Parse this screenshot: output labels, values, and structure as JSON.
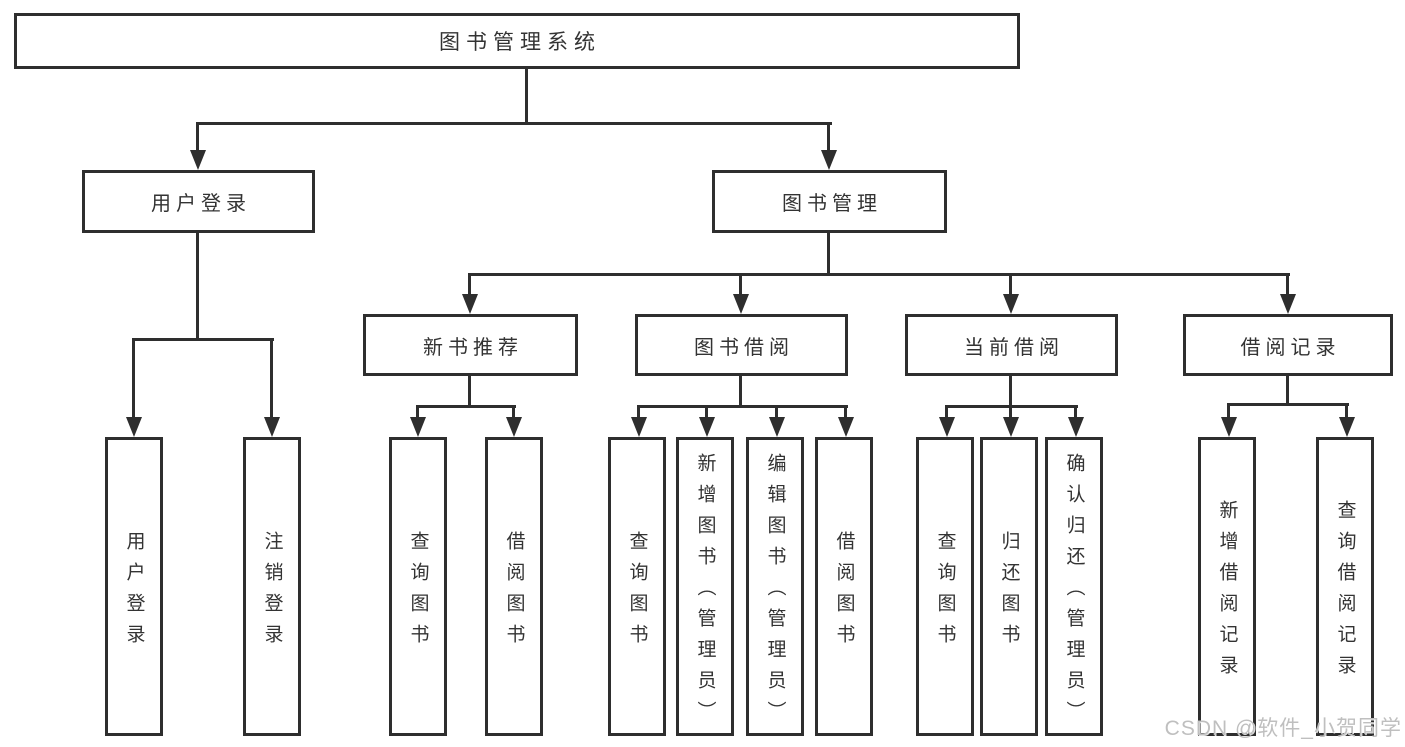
{
  "diagram": {
    "title": "图书管理系统",
    "type": "hierarchy-tree",
    "colors": {
      "line": "#2e2e2e",
      "box_border": "#2e2e2e",
      "box_background": "#ffffff",
      "text": "#333333",
      "watermark_text": "#bfbfbf"
    },
    "nodes": {
      "root": "图书管理系统",
      "user_login": "用户登录",
      "book_mgmt": "图书管理",
      "new_book_rec": "新书推荐",
      "book_borrow": "图书借阅",
      "current_borrow": "当前借阅",
      "borrow_records": "借阅记录",
      "ul_user_login": "用户登录",
      "ul_logout": "注销登录",
      "nbr_query_book": "查询图书",
      "nbr_borrow_book": "借阅图书",
      "bb_query_book": "查询图书",
      "bb_add_book": "新增图书（管理员）",
      "bb_edit_book": "编辑图书（管理员）",
      "bb_borrow_book": "借阅图书",
      "cb_query_book": "查询图书",
      "cb_return_book": "归还图书",
      "cb_confirm_return": "确认归还（管理员）",
      "br_add_record": "新增借阅记录",
      "br_query_record": "查询借阅记录"
    },
    "edges": [
      [
        "root",
        "user_login"
      ],
      [
        "root",
        "book_mgmt"
      ],
      [
        "user_login",
        "ul_user_login"
      ],
      [
        "user_login",
        "ul_logout"
      ],
      [
        "book_mgmt",
        "new_book_rec"
      ],
      [
        "book_mgmt",
        "book_borrow"
      ],
      [
        "book_mgmt",
        "current_borrow"
      ],
      [
        "book_mgmt",
        "borrow_records"
      ],
      [
        "new_book_rec",
        "nbr_query_book"
      ],
      [
        "new_book_rec",
        "nbr_borrow_book"
      ],
      [
        "book_borrow",
        "bb_query_book"
      ],
      [
        "book_borrow",
        "bb_add_book"
      ],
      [
        "book_borrow",
        "bb_edit_book"
      ],
      [
        "book_borrow",
        "bb_borrow_book"
      ],
      [
        "current_borrow",
        "cb_query_book"
      ],
      [
        "current_borrow",
        "cb_return_book"
      ],
      [
        "current_borrow",
        "cb_confirm_return"
      ],
      [
        "borrow_records",
        "br_add_record"
      ],
      [
        "borrow_records",
        "br_query_record"
      ]
    ],
    "watermark": "CSDN @软件_小贺同学"
  }
}
